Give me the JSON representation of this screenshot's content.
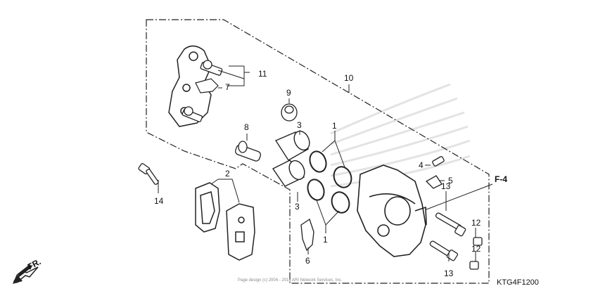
{
  "diagram": {
    "drawing_code": "KTG4F1200",
    "section_ref": "F-4",
    "direction_label": "FR.",
    "copyright": "Page design (c) 2004 - 2014 ARI Network Services, Inc.",
    "callouts": {
      "c1a": "1",
      "c1b": "1",
      "c2": "2",
      "c3a": "3",
      "c3b": "3",
      "c4": "4",
      "c5": "5",
      "c6": "6",
      "c7": "7",
      "c8": "8",
      "c9": "9",
      "c10": "10",
      "c11": "11",
      "c12a": "12",
      "c12b": "12",
      "c13a": "13",
      "c13b": "13",
      "c14": "14"
    }
  }
}
